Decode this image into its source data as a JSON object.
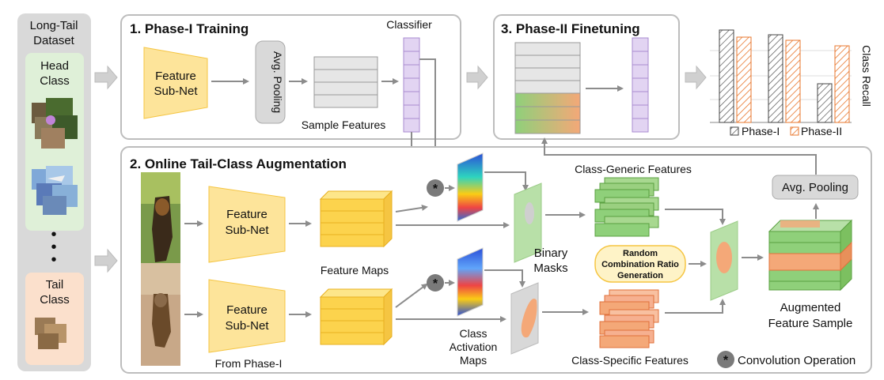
{
  "dataset": {
    "title_line1": "Long-Tail",
    "title_line2": "Dataset",
    "head_line1": "Head",
    "head_line2": "Class",
    "tail_line1": "Tail",
    "tail_line2": "Class"
  },
  "phase1": {
    "title": "1. Phase-I Training",
    "feature_subnet_line1": "Feature",
    "feature_subnet_line2": "Sub-Net",
    "avg_pooling": "Avg. Pooling",
    "sample_features": "Sample Features",
    "classifier": "Classifier"
  },
  "phase2": {
    "title": "3. Phase-II Finetuning"
  },
  "recall_chart": {
    "ylabel": "Class Recall",
    "legend": [
      "Phase-I",
      "Phase-II"
    ]
  },
  "augmentation": {
    "title": "2. Online Tail-Class Augmentation",
    "feature_subnet_line1": "Feature",
    "feature_subnet_line2": "Sub-Net",
    "from_phase1": "From Phase-I",
    "feature_maps": "Feature Maps",
    "binary_masks_line1": "Binary",
    "binary_masks_line2": "Masks",
    "cam_line1": "Class",
    "cam_line2": "Activation",
    "cam_line3": "Maps",
    "class_generic": "Class-Generic Features",
    "class_specific": "Class-Specific Features",
    "random_line1": "Random",
    "random_line2": "Combination Ratio",
    "random_line3": "Generation",
    "avg_pooling": "Avg. Pooling",
    "augmented_line1": "Augmented",
    "augmented_line2": "Feature Sample",
    "conv_legend": "Convolution Operation",
    "conv_symbol": "*",
    "dots": "• • •"
  },
  "colors": {
    "feature_yellow": "#fde49a",
    "cube_yellow": "#fcd34d",
    "purple": "#e2d4f2",
    "green": "#8fd07a",
    "orange": "#f4a878",
    "gray_panel": "#d9d9d9",
    "arrow": "#8c8c8c"
  }
}
